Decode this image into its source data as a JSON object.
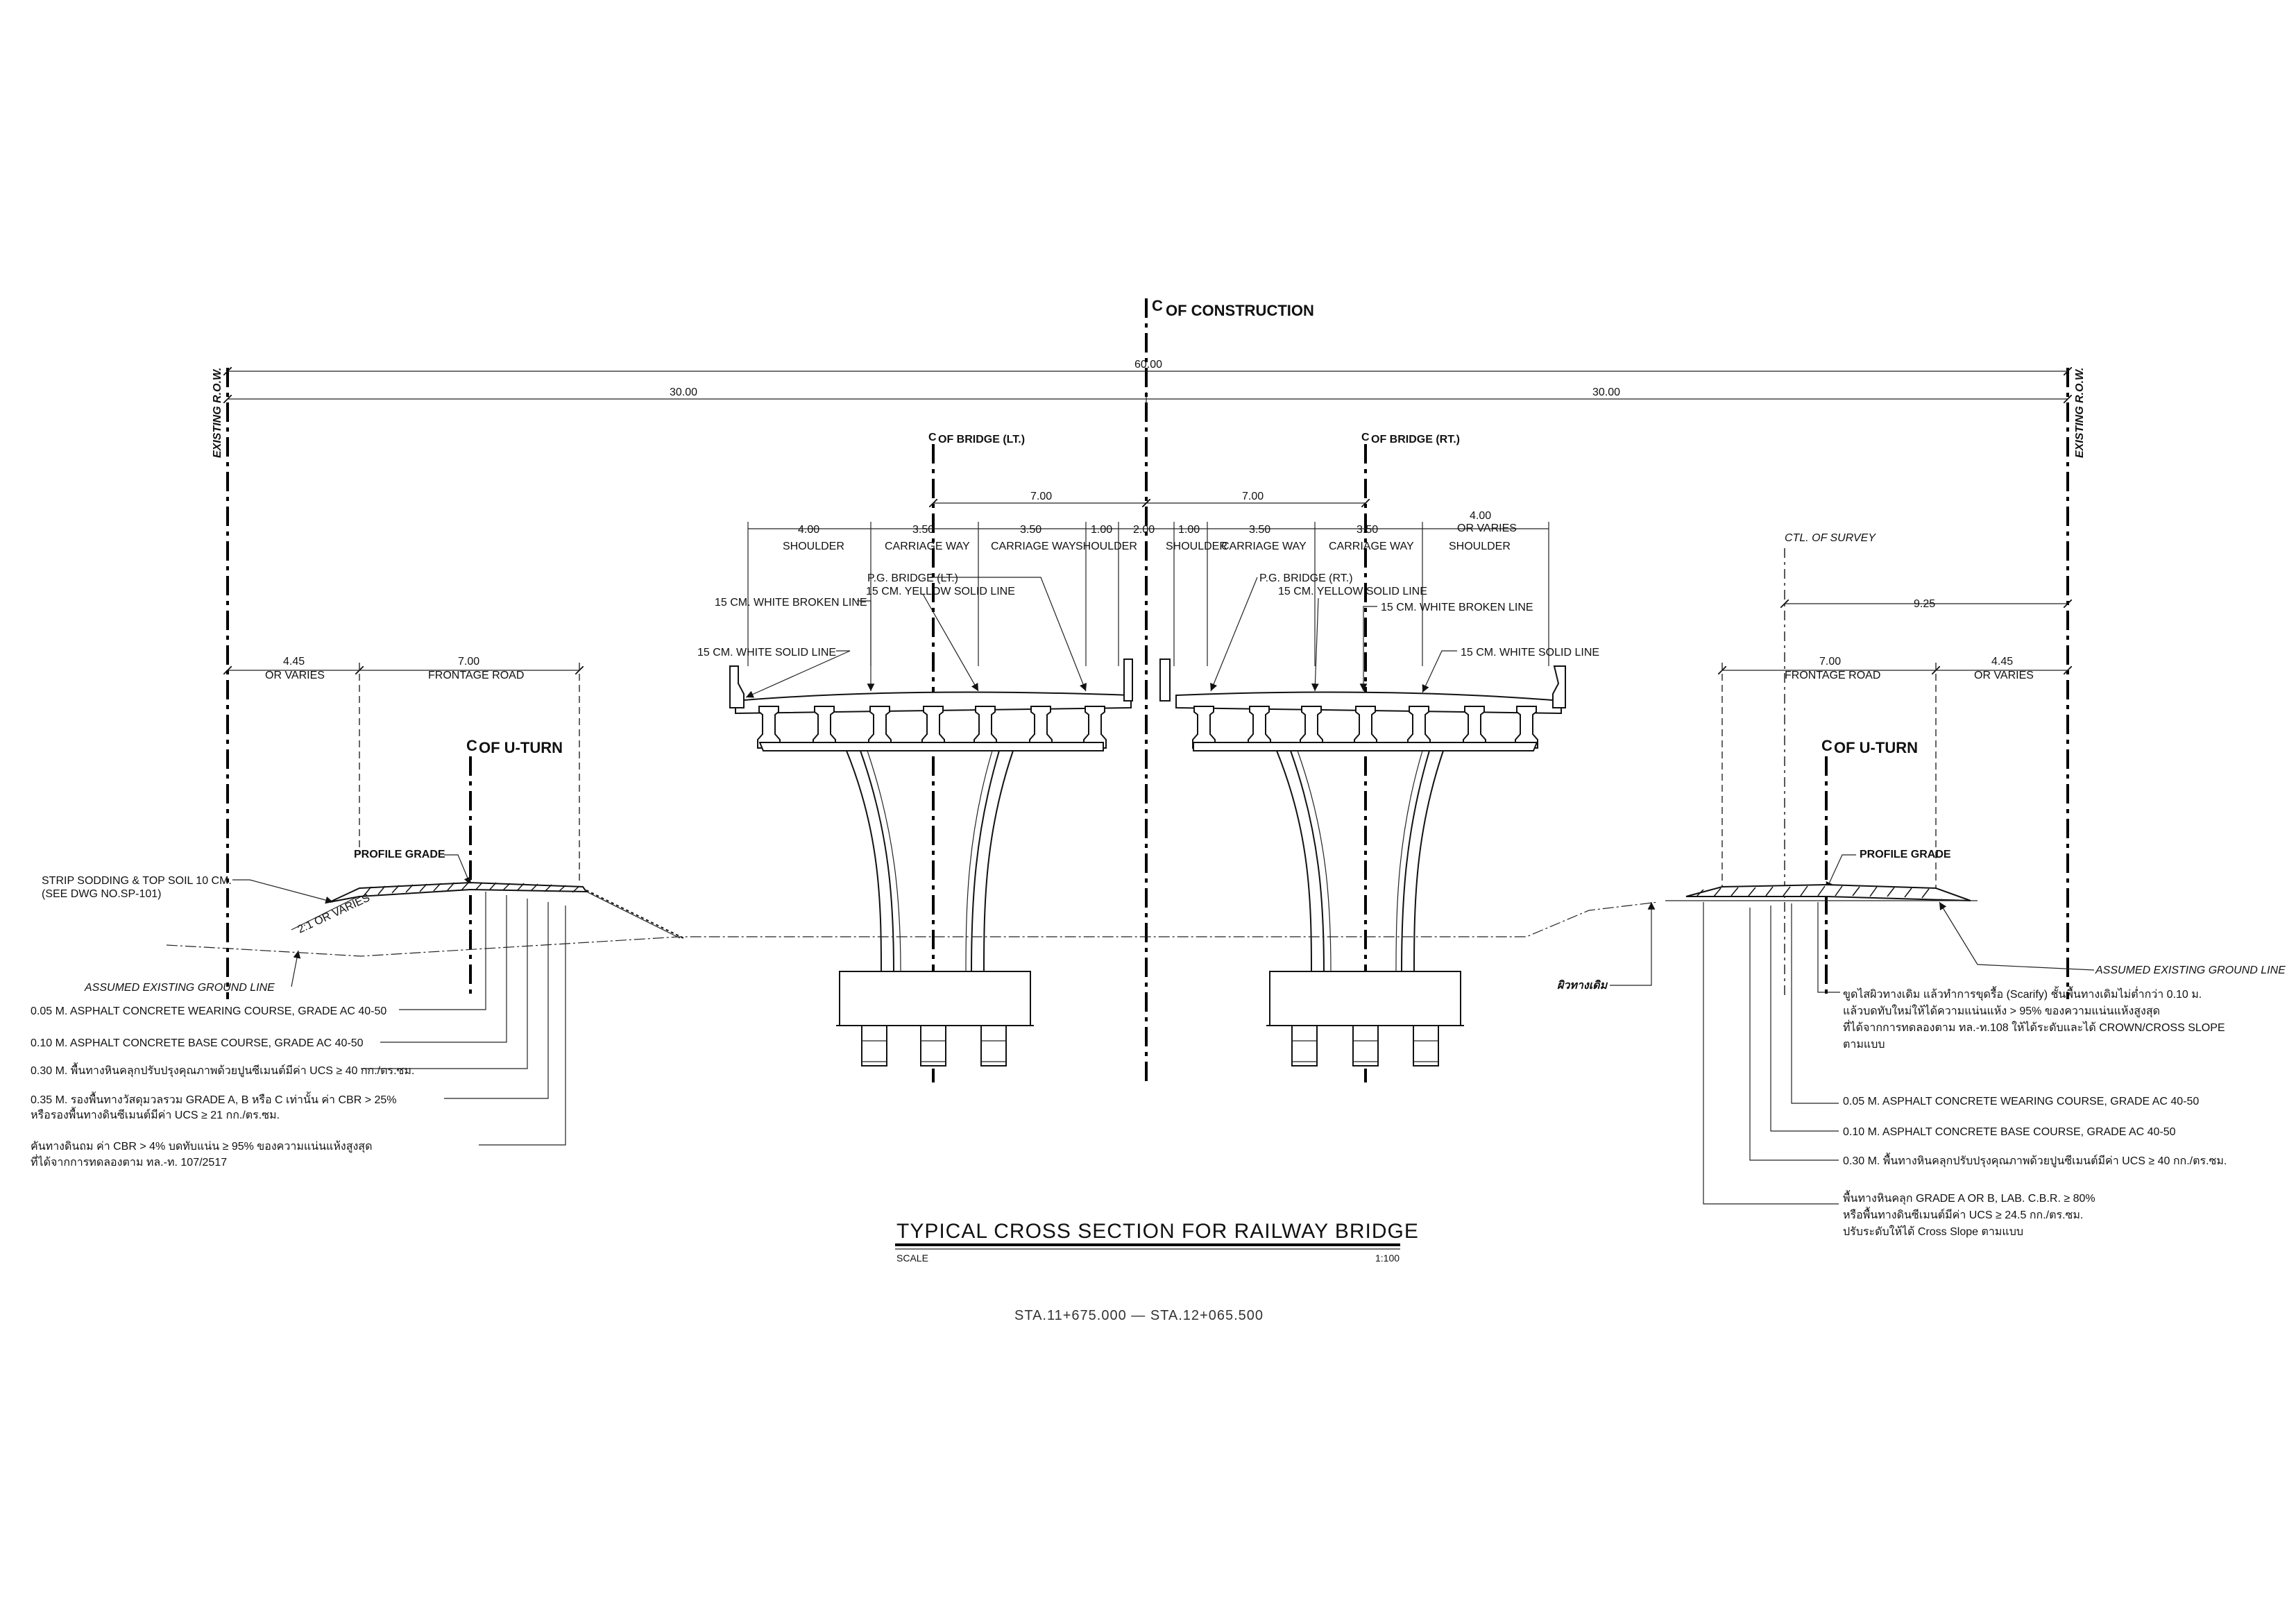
{
  "header": {
    "cl_construction": "OF CONSTRUCTION",
    "cl_symbol": "C"
  },
  "dims": {
    "total": "60.00",
    "half_left": "30.00",
    "half_right": "30.00",
    "lt_bridge_center": "7.00",
    "rt_bridge_center": "7.00",
    "lt_shoulder_out": "4.00",
    "lt_carriage_1": "3.50",
    "lt_carriage_2": "3.50",
    "lt_shoulder_in": "1.00",
    "median": "2.00",
    "rt_shoulder_in": "1.00",
    "rt_carriage_1": "3.50",
    "rt_carriage_2": "3.50",
    "rt_shoulder_out": "4.00",
    "rt_shoulder_out_note": "OR VARIES",
    "left_verge": "4.45",
    "left_verge_note": "OR VARIES",
    "left_frontage": "7.00",
    "right_frontage": "7.00",
    "right_verge": "4.45",
    "right_verge_note": "OR VARIES",
    "survey_offset": "9.25"
  },
  "labels": {
    "existing_row": "EXISTING R.O.W.",
    "cl_bridge_lt": "OF BRIDGE (LT.)",
    "cl_bridge_rt": "OF BRIDGE (RT.)",
    "shoulder": "SHOULDER",
    "carriage_way": "CARRIAGE WAY",
    "frontage_road": "FRONTAGE ROAD",
    "cl_uturn": "OF U-TURN",
    "profile_grade": "PROFILE GRADE",
    "ctl_survey": "CTL. OF SURVEY",
    "slope_note": "2:1 OR VARIES",
    "assumed_ground": "ASSUMED EXISTING GROUND LINE",
    "existing_surface": "ผิวทางเดิม",
    "lt_white_broken": "15 CM. WHITE BROKEN LINE",
    "lt_white_solid": "15 CM. WHITE SOLID LINE",
    "lt_pg_bridge": "P.G. BRIDGE (LT.)",
    "lt_yellow_solid": "15 CM. YELLOW SOLID LINE",
    "rt_pg_bridge": "P.G. BRIDGE (RT.)",
    "rt_yellow_solid": "15 CM. YELLOW SOLID LINE",
    "rt_white_broken": "15 CM. WHITE BROKEN LINE",
    "rt_white_solid": "15 CM. WHITE SOLID LINE",
    "strip_sodding_1": "STRIP SODDING & TOP SOIL 10 CM.",
    "strip_sodding_2": "(SEE DWG NO.SP-101)"
  },
  "left_notes": [
    "0.05 M. ASPHALT CONCRETE WEARING COURSE, GRADE AC 40-50",
    "0.10 M. ASPHALT CONCRETE BASE COURSE, GRADE AC 40-50",
    "0.30 M. พื้นทางหินคลุกปรับปรุงคุณภาพด้วยปูนซีเมนต์มีค่า UCS ≥ 40 กก./ตร.ซม.",
    "0.35 M. รองพื้นทางวัสดุมวลรวม GRADE A, B หรือ C เท่านั้น ค่า CBR > 25%",
    "หรือรองพื้นทางดินซีเมนต์มีค่า UCS ≥ 21 กก./ตร.ซม.",
    "คันทางดินถม ค่า CBR > 4% บดทับแน่น ≥ 95% ของความแน่นแห้งสูงสุด",
    "ที่ได้จากการทดลองตาม ทล.-ท. 107/2517"
  ],
  "right_notes": [
    "ขูดไสผิวทางเดิม แล้วทำการขุดรื้อ (Scarify) ชั้นพื้นทางเดิมไม่ต่ำกว่า 0.10 ม.",
    "แล้วบดทับใหม่ให้ได้ความแน่นแห้ง > 95% ของความแน่นแห้งสูงสุด",
    "ที่ได้จากการทดลองตาม ทล.-ท.108 ให้ได้ระดับและได้ CROWN/CROSS SLOPE",
    "ตามแบบ",
    "0.05 M. ASPHALT CONCRETE WEARING COURSE, GRADE AC 40-50",
    "0.10 M. ASPHALT CONCRETE BASE COURSE, GRADE AC 40-50",
    "0.30 M. พื้นทางหินคลุกปรับปรุงคุณภาพด้วยปูนซีเมนต์มีค่า UCS ≥ 40 กก./ตร.ซม.",
    "พื้นทางหินคลุก GRADE A OR B, LAB. C.B.R. ≥ 80%",
    "หรือพื้นทางดินซีเมนต์มีค่า UCS ≥ 24.5 กก./ตร.ซม.",
    "ปรับระดับให้ได้ Cross Slope ตามแบบ"
  ],
  "title": {
    "main": "TYPICAL CROSS SECTION FOR RAILWAY BRIDGE",
    "scale_label": "SCALE",
    "scale_value": "1:100",
    "station": "STA.11+675.000  —  STA.12+065.500"
  }
}
